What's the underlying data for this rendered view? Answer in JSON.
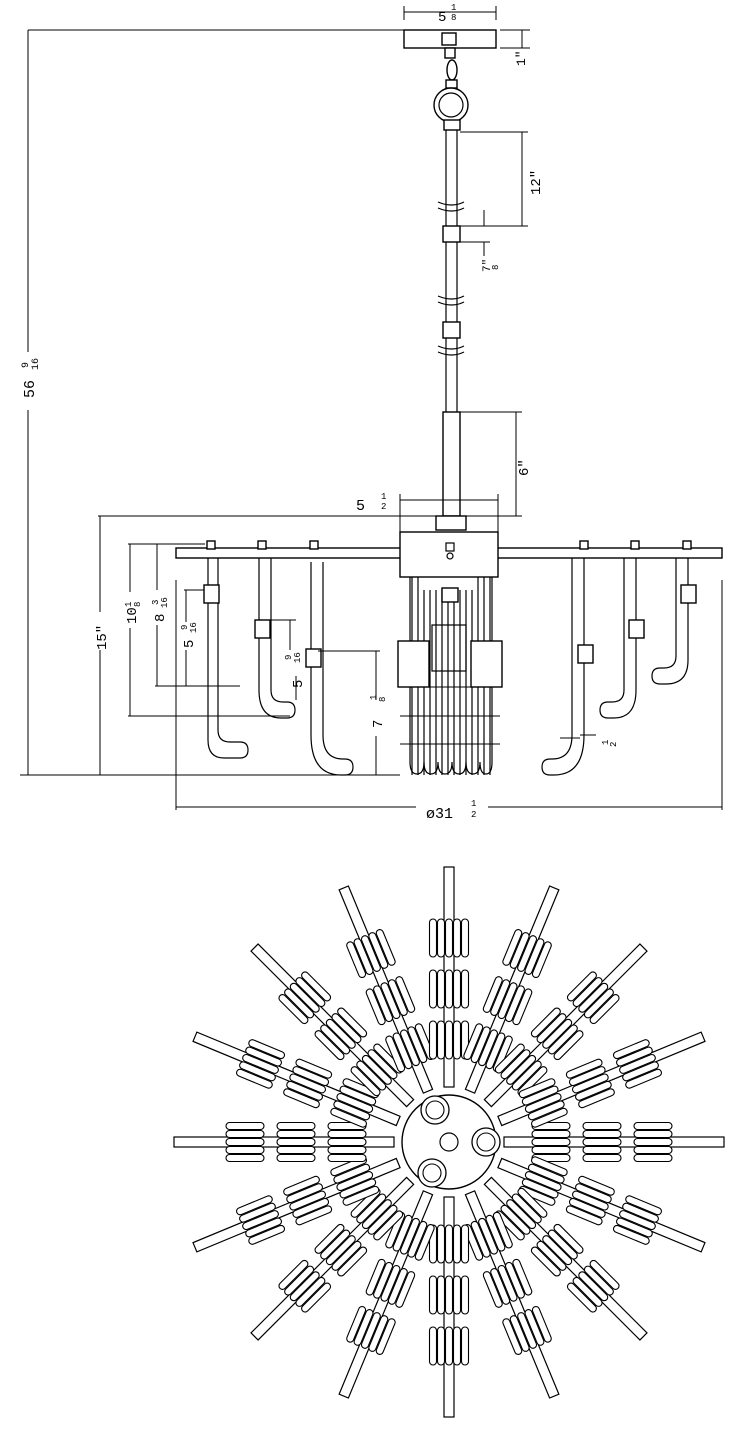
{
  "elevation": {
    "dim_canopy_width": "5",
    "dim_canopy_width_frac_num": "1",
    "dim_canopy_width_frac_den": "8",
    "dim_canopy_height": "1\"",
    "dim_rod_upper": "12\"",
    "dim_coupler": "7\"",
    "dim_coupler_den": "8",
    "dim_rod_lower": "6\"",
    "dim_overall_height": "56",
    "dim_overall_height_num": "9",
    "dim_overall_height_den": "16",
    "dim_body_width": "5",
    "dim_body_width_num": "1",
    "dim_body_width_den": "2",
    "dim_fixture_height": "15\"",
    "dim_arm_1": "10",
    "dim_arm_1_num": "1",
    "dim_arm_1_den": "8",
    "dim_arm_2": "8",
    "dim_arm_2_num": "3",
    "dim_arm_2_den": "16",
    "dim_arm_3": "5",
    "dim_arm_3_num": "9",
    "dim_arm_3_den": "16",
    "dim_arm_4": "5",
    "dim_arm_4_num": "9",
    "dim_arm_4_den": "16",
    "dim_arm_5": "7",
    "dim_arm_5_num": "1",
    "dim_arm_5_den": "8",
    "dim_tip": "1",
    "dim_tip_den": "2",
    "dim_diameter": "ø31",
    "dim_diameter_num": "1",
    "dim_diameter_den": "2"
  },
  "plan": {
    "spokes": 16,
    "pad_rows_per_spoke": 3,
    "sockets": 3
  }
}
